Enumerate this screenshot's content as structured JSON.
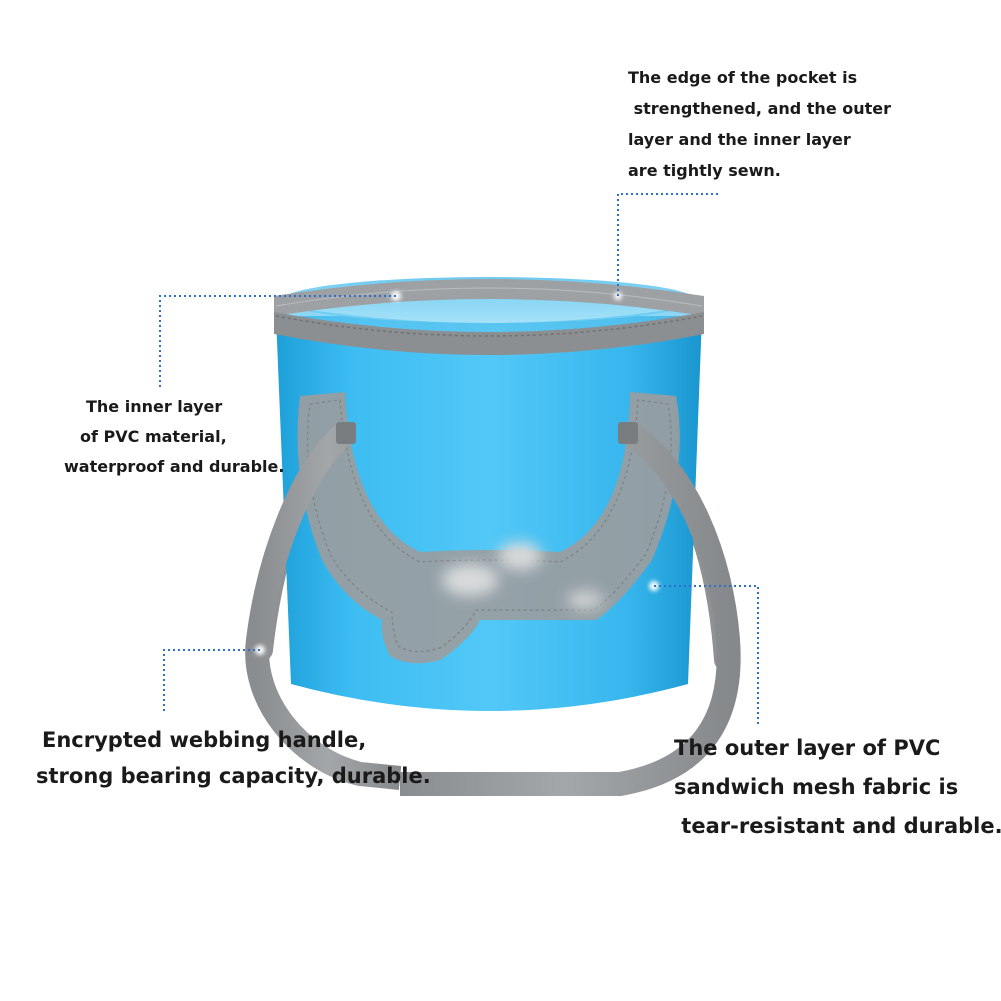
{
  "callouts": {
    "rim_edge": {
      "lines": [
        "The edge of the pocket is",
        " strengthened, and the outer",
        "layer and the inner layer",
        "are tightly sewn."
      ]
    },
    "inner_layer": {
      "lines": [
        "The inner layer",
        "of PVC material,",
        "waterproof and durable."
      ]
    },
    "handle": {
      "lines": [
        "Encrypted webbing handle,",
        "strong bearing capacity, durable."
      ]
    },
    "outer_layer": {
      "lines": [
        "The outer layer of PVC",
        "sandwich mesh fabric is",
        " tear-resistant and durable."
      ]
    }
  },
  "colors": {
    "bucket_body": "#33b4ea",
    "bucket_inner": "#8dd8f6",
    "trim_gray": "#8e9194",
    "leader_line": "#2f6fc9"
  }
}
